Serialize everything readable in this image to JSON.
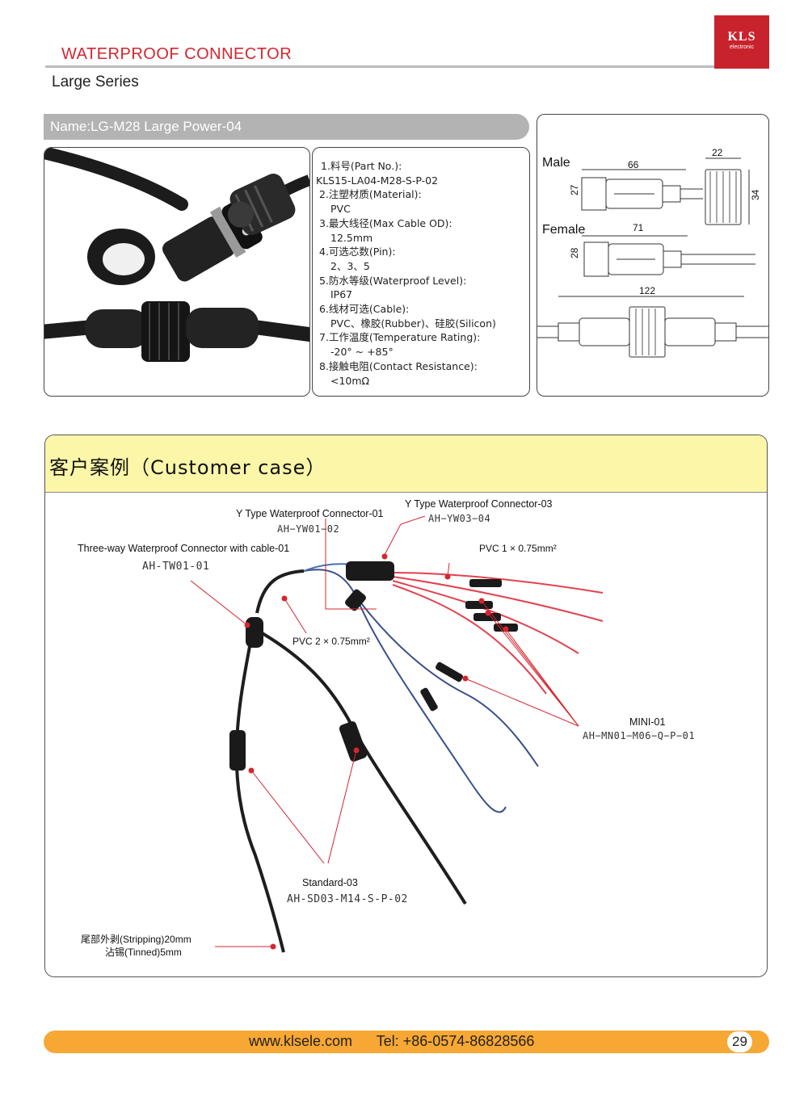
{
  "header": {
    "title": "WATERPROOF CONNECTOR",
    "subtitle": "Large Series",
    "logo_text": "KLS",
    "logo_sub": "electronic",
    "accent_color": "#c8232c"
  },
  "product": {
    "name_bar": "Name:LG-M28 Large Power-04",
    "specs": [
      {
        "label": "1.料号(Part No.):",
        "value": "KLS15-LA04-M28-S-P-02"
      },
      {
        "label": "2.注塑材质(Material):",
        "value": "PVC"
      },
      {
        "label": "3.最大线径(Max Cable OD):",
        "value": "12.5mm"
      },
      {
        "label": "4.可选芯数(Pin):",
        "value": "2、3、5"
      },
      {
        "label": "5.防水等级(Waterproof Level):",
        "value": "IP67"
      },
      {
        "label": "6.线材可选(Cable):",
        "value": "PVC、橡胶(Rubber)、硅胶(Silicon)"
      },
      {
        "label": "7.工作温度(Temperature Rating):",
        "value": "-20°  ~  +85°"
      },
      {
        "label": "8.接触电阻(Contact Resistance):",
        "value": "<10mΩ"
      }
    ]
  },
  "drawing": {
    "male_label": "Male",
    "female_label": "Female",
    "dims": {
      "male_len": "66",
      "male_h": "27",
      "cap_w": "22",
      "cap_h": "34",
      "female_len": "71",
      "female_h": "28",
      "total_len": "122"
    }
  },
  "customer_case": {
    "title": "客户案例（Customer case）",
    "labels": {
      "yw03_name": "Y Type Waterproof Connector-03",
      "yw03_code": "AH−YW03−04",
      "yw01_name": "Y Type Waterproof Connector-01",
      "yw01_code": "AH−YW01−02",
      "tw01_name": "Three-way Waterproof Connector with cable-01",
      "tw01_code": "AH-TW01-01",
      "pvc1": "PVC 1 × 0.75mm²",
      "pvc2": "PVC 2 × 0.75mm²",
      "mini_name": "MINI-01",
      "mini_code": "AH−MN01−M06−Q−P−01",
      "std_name": "Standard-03",
      "std_code": "AH-SD03-M14-S-P-02",
      "strip1": "尾部外剥(Stripping)20mm",
      "strip2": "沾锡(Tinned)5mm"
    }
  },
  "footer": {
    "text": "www.klsele.com      Tel: +86-0574-86828566",
    "page": "29",
    "bar_color": "#f7a733"
  }
}
